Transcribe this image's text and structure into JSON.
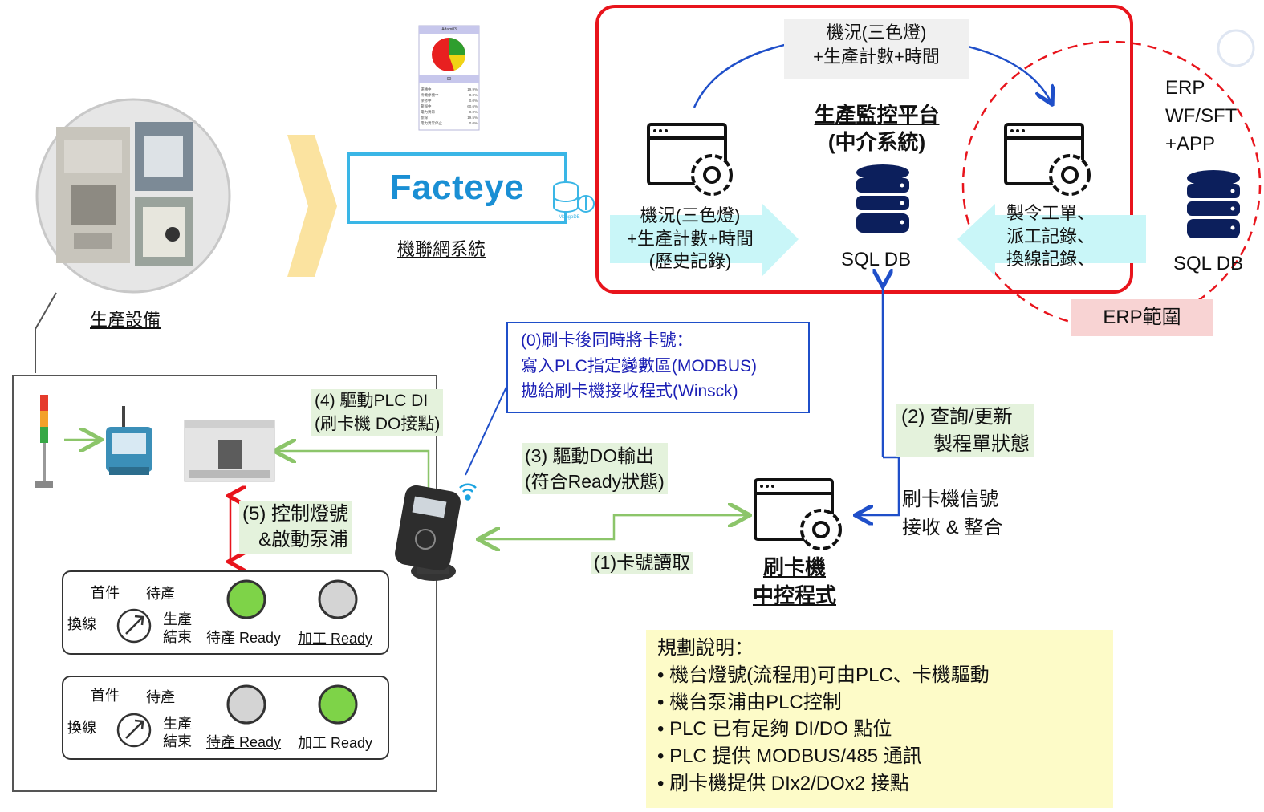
{
  "equipment": {
    "caption": "生產設備"
  },
  "facteye": {
    "logo_text": "Facteye",
    "mongo_label": "MongoDB",
    "caption": "機聯網系統",
    "dashboard": {
      "header": "Adam03",
      "subheader": "00",
      "rows": [
        {
          "label": "運轉中",
          "value": "19.9%"
        },
        {
          "label": "待機停機中",
          "value": "0.0%"
        },
        {
          "label": "保修中",
          "value": "0.0%"
        },
        {
          "label": "警報中",
          "value": "60.6%"
        },
        {
          "label": "電力異常",
          "value": "0.0%"
        },
        {
          "label": "斷線",
          "value": "19.5%"
        },
        {
          "label": "電力異常停止",
          "value": "0.0%"
        }
      ]
    }
  },
  "platform": {
    "top_label_line1": "機況(三色燈)",
    "top_label_line2": "+生產計數+時間",
    "title_line1": "生產監控平台",
    "title_line2": "(中介系統)",
    "db_label": "SQL DB",
    "left_arrow_line1": "機況(三色燈)",
    "left_arrow_line2": "+生產計數+時間",
    "left_arrow_line3": "(歷史記錄)",
    "right_arrow_line1": "製令工單、",
    "right_arrow_line2": "派工記錄、",
    "right_arrow_line3": "換線記錄、"
  },
  "erp": {
    "line1": "ERP",
    "line2": "WF/SFT",
    "line3": "+APP",
    "db_label": "SQL DB",
    "scope_label": "ERP範圍"
  },
  "notes": {
    "note0_line1": "(0)刷卡後同時將卡號：",
    "note0_line2": "寫入PLC指定變數區(MODBUS)",
    "note0_line3": "拋給刷卡機接收程式(Winsck)",
    "step1": "(1)卡號讀取",
    "step2_line1": "(2) 查詢/更新",
    "step2_line2": "製程單狀態",
    "step3_line1": "(3) 驅動DO輸出",
    "step3_line2": "(符合Ready狀態)",
    "step4_line1": "(4) 驅動PLC DI",
    "step4_line2": "(刷卡機 DO接點)",
    "step5_line1": "(5) 控制燈號",
    "step5_line2": "&啟動泵浦",
    "reader_signal_line1": "刷卡機信號",
    "reader_signal_line2": "接收 & 整合"
  },
  "card_program": {
    "title_line1": "刷卡機",
    "title_line2": "中控程式"
  },
  "panels": [
    {
      "label_first": "首件",
      "label_wait": "待產",
      "label_change": "換線",
      "label_end_line1": "生產",
      "label_end_line2": "結束",
      "ready1": "待產 Ready",
      "ready2": "加工 Ready",
      "lamp1_color": "#7ed348",
      "lamp2_color": "#d4d4d4"
    },
    {
      "label_first": "首件",
      "label_wait": "待產",
      "label_change": "換線",
      "label_end_line1": "生產",
      "label_end_line2": "結束",
      "ready1": "待產 Ready",
      "ready2": "加工 Ready",
      "lamp1_color": "#d4d4d4",
      "lamp2_color": "#7ed348"
    }
  ],
  "planning": {
    "title": "規劃說明：",
    "items": [
      "機台燈號(流程用)可由PLC、卡機驅動",
      "機台泵浦由PLC控制",
      "PLC 已有足夠 DI/DO 點位",
      "PLC 提供 MODBUS/485 通訊",
      "刷卡機提供 DIx2/DOx2 接點"
    ]
  },
  "colors": {
    "platform_border": "#e8141c",
    "erp_dashed": "#e8141c",
    "cyan_arrow": "#c9f6f8",
    "yellow_arrow": "#fbe3a0",
    "green_line": "#8cc56a",
    "blue_line": "#1f4fc9",
    "navy_db": "#0c1f5c",
    "lamp_green": "#7ed348",
    "lamp_gray": "#d4d4d4",
    "note_bg": "#fdfbc8",
    "erp_label_bg": "#f8d3d3"
  }
}
